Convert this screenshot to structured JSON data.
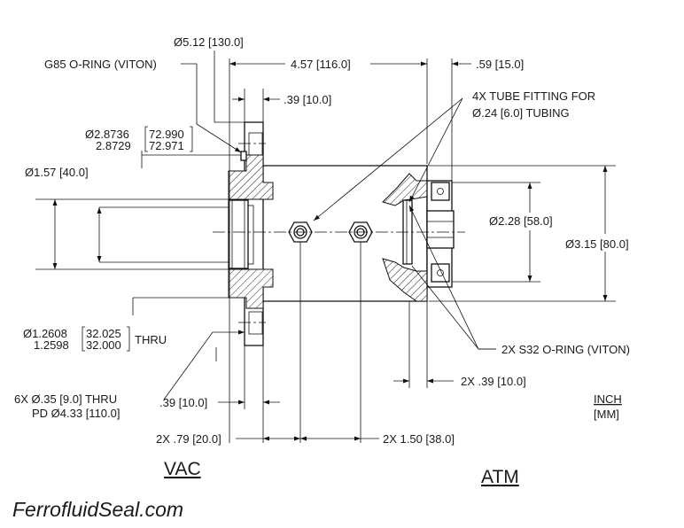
{
  "drawing": {
    "dimensions": {
      "flange_dia": "Ø5.12 [130.0]",
      "overall_length": "4.57 [116.0]",
      "atm_step": ".59 [15.0]",
      "flange_thick_top": ".39 [10.0]",
      "oring_groove_hi": "Ø2.8736",
      "oring_groove_lo": "2.8729",
      "oring_groove_mm_hi": "72.990",
      "oring_groove_mm_lo": "72.971",
      "pilot_dia": "Ø1.57 [40.0]",
      "thru_bore_hi": "Ø1.2608",
      "thru_bore_lo": "1.2598",
      "thru_bore_mm_hi": "32.025",
      "thru_bore_mm_lo": "32.000",
      "thru_suffix": "THRU",
      "bolt_holes_1": "6X Ø.35 [9.0] THRU",
      "bolt_holes_2": "PD Ø4.33 [110.0]",
      "flange_thick_bottom": ".39 [10.0]",
      "fitting_spacing_1": "2X .79 [20.0]",
      "fitting_spacing_2": "2X 1.50 [38.0]",
      "atm_groove_dia": "Ø2.28 [58.0]",
      "housing_dia": "Ø3.15 [80.0]",
      "atm_groove_depth": "2X .39 [10.0]"
    },
    "callouts": {
      "g85_oring": "G85 O-RING (VITON)",
      "tube_fitting_1": "4X TUBE FITTING FOR",
      "tube_fitting_2": "Ø.24 [6.0] TUBING",
      "s32_oring": "2X S32 O-RING (VITON)"
    },
    "units": {
      "primary": "INCH",
      "secondary": "[MM]"
    },
    "sides": {
      "vac": "VAC",
      "atm": "ATM"
    },
    "brand": "FerrofluidSeal.com"
  }
}
